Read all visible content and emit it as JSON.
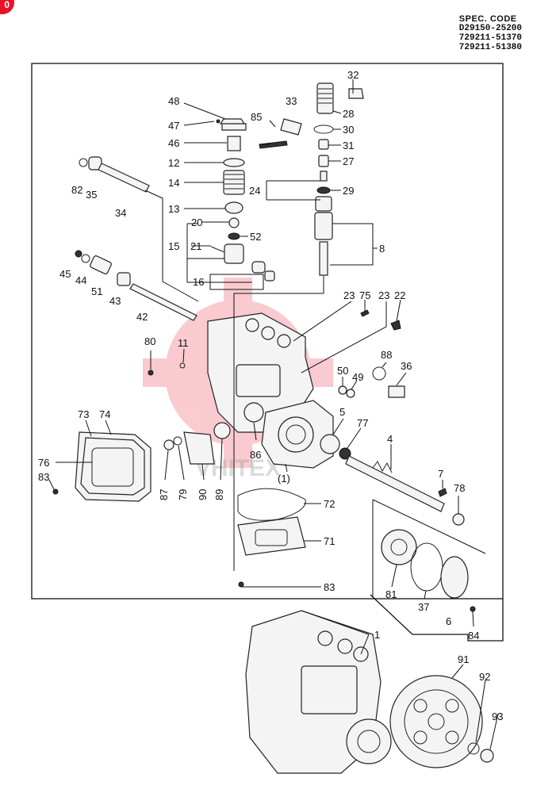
{
  "badge": "0",
  "spec": {
    "title": "SPEC. CODE",
    "codes": [
      "D29150-25200",
      "729211-51370",
      "729211-51380"
    ]
  },
  "watermark": "VHITEX",
  "labels": {
    "l48": "48",
    "l47": "47",
    "l46": "46",
    "l12": "12",
    "l14": "14",
    "l13": "13",
    "l20": "20",
    "l52": "52",
    "l15": "15",
    "l21": "21",
    "l16": "16",
    "l82": "82",
    "l35": "35",
    "l34": "34",
    "l45": "45",
    "l44": "44",
    "l51": "51",
    "l43": "43",
    "l42": "42",
    "l33": "33",
    "l85": "85",
    "l32": "32",
    "l28": "28",
    "l30": "30",
    "l31": "31",
    "l27": "27",
    "l24": "24",
    "l29": "29",
    "l8": "8",
    "l23a": "23",
    "l75": "75",
    "l23b": "23",
    "l22": "22",
    "l80": "80",
    "l11": "11",
    "l88": "88",
    "l36": "36",
    "l50": "50",
    "l49": "49",
    "l5": "5",
    "l77": "77",
    "l4": "4",
    "l73": "73",
    "l74": "74",
    "l76": "76",
    "l83a": "83",
    "l87": "87",
    "l79": "79",
    "l90": "90",
    "l89": "89",
    "l86": "86",
    "l1p": "(1)",
    "l7": "7",
    "l78": "78",
    "l72": "72",
    "l71": "71",
    "l83b": "83",
    "l81": "81",
    "l37": "37",
    "l6": "6",
    "l84": "84",
    "l1": "1",
    "l91": "91",
    "l92": "92",
    "l93": "93"
  }
}
